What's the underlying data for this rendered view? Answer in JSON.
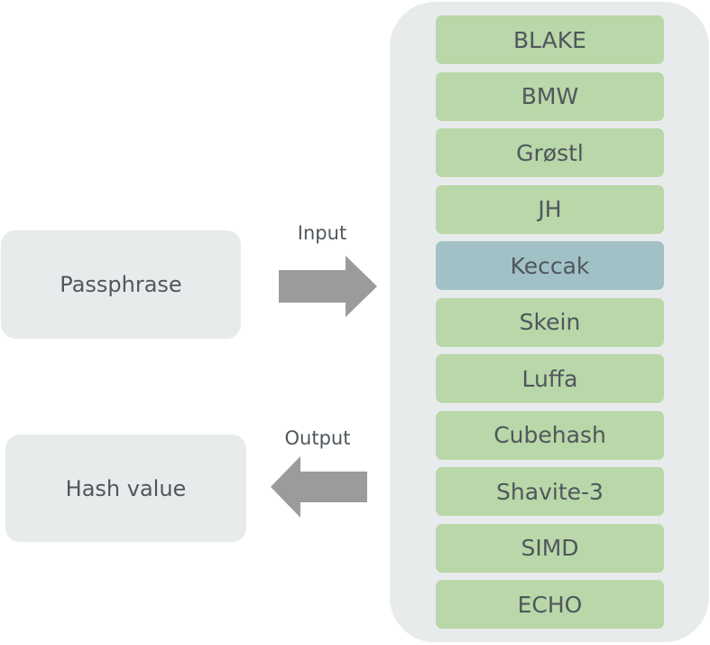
{
  "left_boxes": {
    "passphrase": "Passphrase",
    "hash_value": "Hash value"
  },
  "arrows": {
    "input_label": "Input",
    "output_label": "Output",
    "color": "#9a9b9c"
  },
  "algorithms": [
    {
      "label": "BLAKE",
      "highlight": false
    },
    {
      "label": "BMW",
      "highlight": false
    },
    {
      "label": "Grøstl",
      "highlight": false
    },
    {
      "label": "JH",
      "highlight": false
    },
    {
      "label": "Keccak",
      "highlight": true
    },
    {
      "label": "Skein",
      "highlight": false
    },
    {
      "label": "Luffa",
      "highlight": false
    },
    {
      "label": "Cubehash",
      "highlight": false
    },
    {
      "label": "Shavite-3",
      "highlight": false
    },
    {
      "label": "SIMD",
      "highlight": false
    },
    {
      "label": "ECHO",
      "highlight": false
    }
  ],
  "colors": {
    "box_bg": "#e8ebec",
    "algo_bg": "#b9d7a8",
    "algo_highlight_bg": "#a2c1c6",
    "text": "#4f575d"
  }
}
